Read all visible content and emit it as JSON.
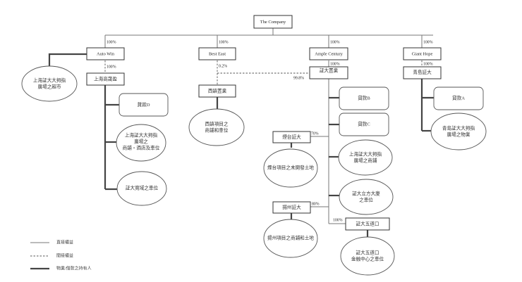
{
  "root": {
    "label": "The Company"
  },
  "subsidiaries": {
    "auto_win": {
      "label": "Auto Win",
      "pct": "100%"
    },
    "best_east": {
      "label": "Best East",
      "pct": "100%"
    },
    "ample_century": {
      "label": "Ample Century",
      "pct": "100%"
    },
    "giant_hope": {
      "label": "Giant Hope",
      "pct": "100%"
    }
  },
  "auto_win_branch": {
    "supermarket": {
      "lines": [
        "上海証大大拇指",
        "廣場之超市"
      ]
    },
    "gaosheng": {
      "label": "上海高晟盈",
      "pct": "100%"
    },
    "loan_d": {
      "label": "貸款D"
    },
    "shops_hotel": {
      "lines": [
        "上海証大大拇指",
        "廣場之",
        "商鋪‧酒店及車位"
      ]
    },
    "kuancheng": {
      "label": "証大寬域之車位"
    }
  },
  "best_east_branch": {
    "pct_to_xizhen": "0.2%",
    "xizhen": {
      "label": "西鎮置業"
    },
    "xizhen_project": {
      "lines": [
        "西鎮項目之",
        "商鋪和車位"
      ]
    }
  },
  "ample_branch": {
    "zhengda_zhiye": {
      "label": "証大置業",
      "pct": "100%",
      "pct_from_ample_for_xizhen": "99.8%"
    },
    "loan_b": {
      "label": "貸款B"
    },
    "loan_c": {
      "label": "貸款C"
    },
    "yantai": {
      "label": "煙台証大",
      "pct": "70%"
    },
    "yantai_land": {
      "label": "煙台項目之未開發土地"
    },
    "thumb_shops": {
      "lines": [
        "上海証大大拇指",
        "廣場之商鋪"
      ]
    },
    "cube_parking": {
      "lines": [
        "証大立方大廈",
        "之車位"
      ]
    },
    "yangzhou": {
      "label": "揚州証大",
      "pct": "80%"
    },
    "yangzhou_project": {
      "label": "揚州項目之商鋪和土地"
    },
    "wujiaochang": {
      "label": "証大五道口",
      "pct": "100%"
    },
    "wujiaochang_parking": {
      "lines": [
        "証大五道口",
        "金融中心之車位"
      ]
    }
  },
  "giant_hope_branch": {
    "qingdao": {
      "label": "青島証大",
      "pct": "100%"
    },
    "loan_a": {
      "label": "貸款A"
    },
    "qingdao_property": {
      "lines": [
        "青島証大大拇指",
        "廣場之物業"
      ]
    }
  },
  "legend": {
    "items": [
      {
        "style": "solid",
        "label": "直接權益"
      },
      {
        "style": "dashed",
        "label": "間接權益"
      },
      {
        "style": "thick",
        "label": "物業/借款之持有人"
      }
    ]
  }
}
